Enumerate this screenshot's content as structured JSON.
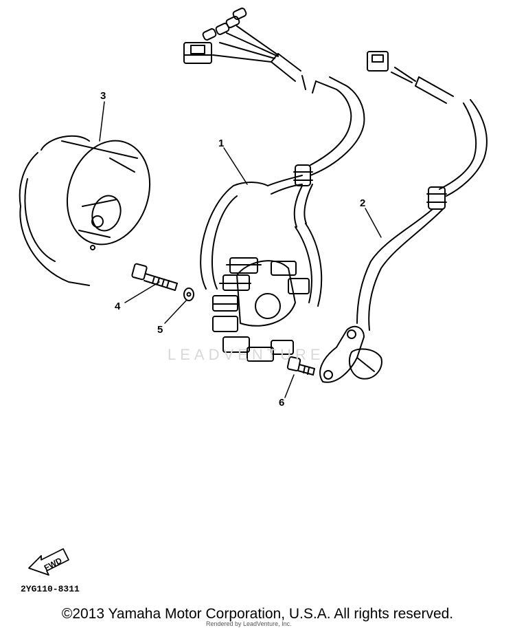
{
  "callouts": {
    "c1": "1",
    "c2": "2",
    "c3": "3",
    "c4": "4",
    "c5": "5",
    "c6": "6"
  },
  "fwd_label": "FWD",
  "drawing_code": "2YG110-8311",
  "watermark": "LEADVENTURE",
  "copyright": "©2013 Yamaha Motor Corporation, U.S.A. All rights reserved.",
  "rendered_by": "Rendered by LeadVenture, Inc."
}
